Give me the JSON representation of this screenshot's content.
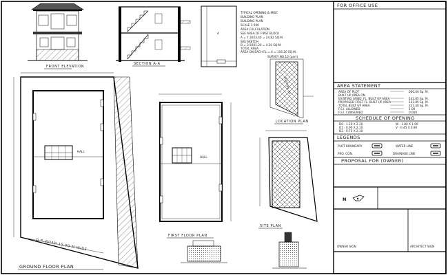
{
  "sheet": {
    "front_elevation": "FRONT ELEVATION",
    "section_aa": "SECTION A-A",
    "ground_floor_plan": "GROUND FLOOR PLAN",
    "first_floor_plan": "FIRST FLOOR PLAN",
    "location_plan": "LOCATION PLAN",
    "site_plan": "SITE PLAN",
    "road_label": "D.P. ROAD 15.00 M WIDE",
    "hall_label": "HALL",
    "room_a_label": "A",
    "location_survey": "SURVEY NO 12 (part)",
    "location_plot": "PLOT NO. 34",
    "notes": [
      "TYPICAL OPENING & MISC",
      "BUILDING PLAN",
      "BUILDING PLAN",
      "SCALE 1:100",
      "AREA CALCULATION",
      "SEE AREA OF FIRST BLOCK",
      "A = 7.30X3.40 = 24.82 SQ.M.",
      "SEE SKETCH",
      "B = 3.50X1.20 = 4.20 SQ.M.",
      "TOTAL AREA",
      "AREA ON EACH FL = 4 = 116.20 SQ.M."
    ]
  },
  "title_block": {
    "office_use": "FOR OFFICE USE",
    "area_statement": {
      "heading": "AREA STATEMENT",
      "rows": [
        {
          "label": "AREA OF PLOT",
          "value": "000.00 Sq. M."
        },
        {
          "label": "BUILT UP AREA ON",
          "value": ""
        },
        {
          "label": "EXISTING GRND. FL. BUILT UP AREA",
          "value": "142.85 Sq. M."
        },
        {
          "label": "PROPOSED FIRST FL. BUILT UP AREA",
          "value": "142.85 Sq. M."
        },
        {
          "label": "TOTAL BUILT UP AREA",
          "value": "321.40 Sq. M."
        },
        {
          "label": "F.S.I. ALLOWED",
          "value": "1.00"
        },
        {
          "label": "F.S.I. CONSUMED",
          "value": "0.000"
        }
      ]
    },
    "schedule": {
      "heading": "SCHEDULE OF OPENING",
      "left": [
        "D0 - 1.20 X 2.10",
        "D1 - 0.90 X 2.10",
        "D2 - 0.75 X 2.10"
      ],
      "right": [
        "W -    1.80 X 1.90",
        "V -    0.45 X 0.90"
      ]
    },
    "legends": {
      "heading": "LEGENDS",
      "items": [
        "PLOT BOUNDARY",
        "WATER LINE",
        "PRO. CON.",
        "DRAINAGE LINE"
      ]
    },
    "proposal": "PROPOSAL FOR (OWNER)",
    "owner_sign": "OWNER SIGN",
    "architect_sign": "ARCHITECT SIGN",
    "north_symbol": "N"
  }
}
